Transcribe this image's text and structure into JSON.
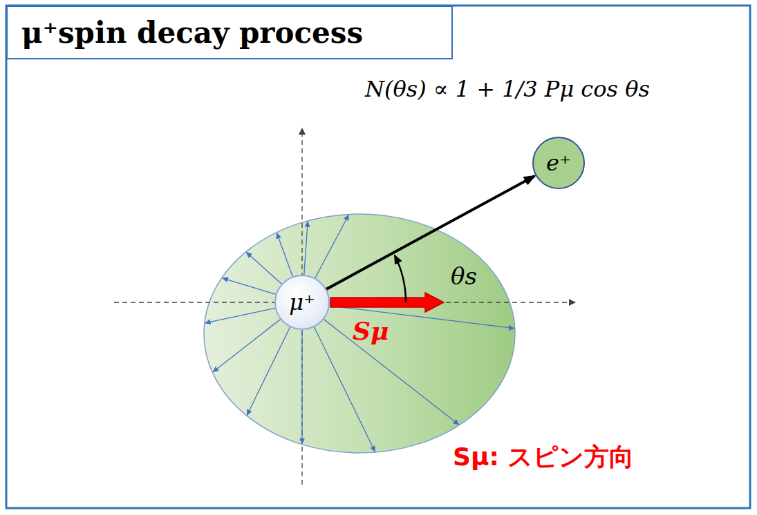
{
  "diagram": {
    "title": "μ⁺spin decay process",
    "nodes": [
      {
        "text": [
          "μ⁺spin decay process"
        ]
      },
      {
        "text": [
          "e⁺"
        ]
      },
      {
        "text": [
          "μ⁺"
        ]
      }
    ],
    "edges": [
      {
        "from": 2,
        "to": 1,
        "arrow": "to"
      }
    ],
    "labels": [
      "N(θs) ∝ 1 + 1/3 Pμ cos θs",
      "θs",
      "Sμ",
      "Sμ: スピン方向"
    ]
  }
}
